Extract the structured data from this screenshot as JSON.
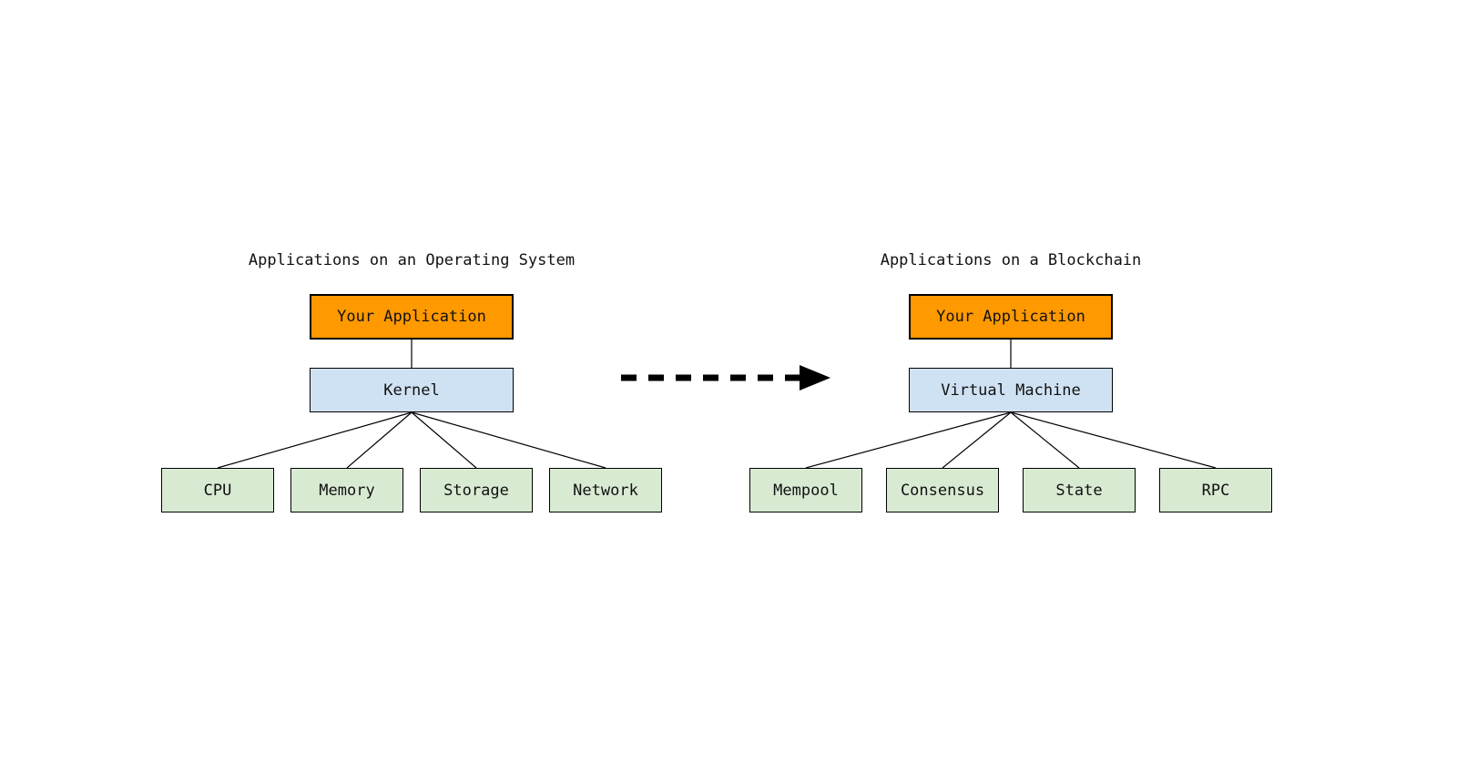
{
  "colors": {
    "background": "#FFFFFF",
    "text": "#111111",
    "border": "#000000",
    "line": "#000000",
    "arrow": "#000000",
    "app_fill": "#FF9900",
    "platform_fill": "#CFE2F3",
    "component_fill": "#D9EAD3"
  },
  "arrow": {
    "style": "dashed",
    "direction": "right"
  },
  "diagrams": [
    {
      "title": "Applications on an Operating System",
      "app": {
        "label": "Your Application"
      },
      "platform": {
        "label": "Kernel"
      },
      "children": [
        {
          "label": "CPU"
        },
        {
          "label": "Memory"
        },
        {
          "label": "Storage"
        },
        {
          "label": "Network"
        }
      ]
    },
    {
      "title": "Applications on a Blockchain",
      "app": {
        "label": "Your Application"
      },
      "platform": {
        "label": "Virtual Machine"
      },
      "children": [
        {
          "label": "Mempool"
        },
        {
          "label": "Consensus"
        },
        {
          "label": "State"
        },
        {
          "label": "RPC"
        }
      ]
    }
  ]
}
